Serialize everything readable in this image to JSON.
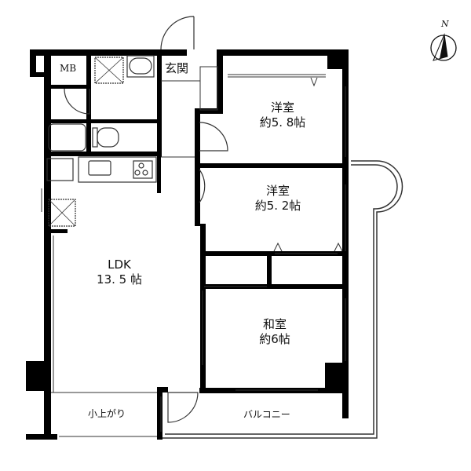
{
  "floor_plan": {
    "compass": {
      "label": "N",
      "icon": "north-arrow-icon"
    },
    "rooms": {
      "mb": {
        "name": "MB"
      },
      "entrance": {
        "name": "玄関"
      },
      "western_room_1": {
        "name": "洋室",
        "size": "約5. 8帖"
      },
      "western_room_2": {
        "name": "洋室",
        "size": "約5. 2帖"
      },
      "ldk": {
        "name": "LDK",
        "size": "13. 5 帖"
      },
      "japanese_room": {
        "name": "和室",
        "size": "約6帖"
      },
      "raised_area": {
        "name": "小上がり"
      },
      "balcony": {
        "name": "バルコニー"
      }
    },
    "colors": {
      "wall": "#000000",
      "background": "#ffffff",
      "line": "#333333"
    }
  }
}
